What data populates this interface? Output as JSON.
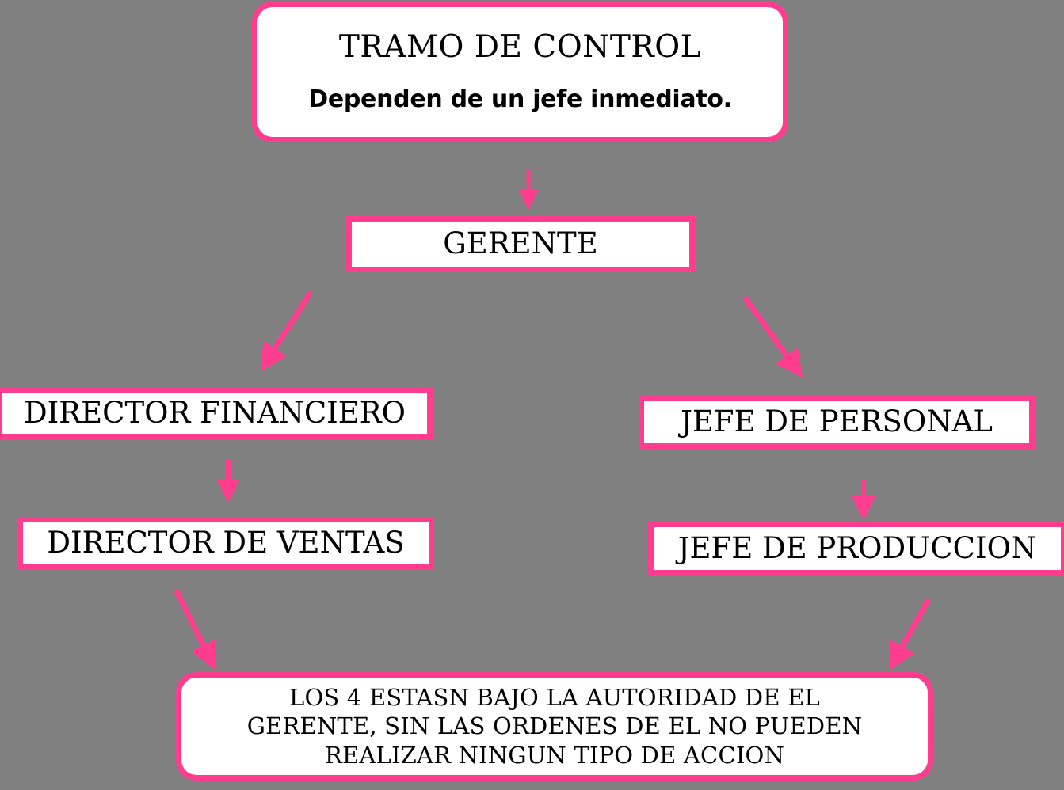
{
  "diagram": {
    "title": "TRAMO DE CONTROL",
    "background_color": "#808080",
    "accent_color": "#FF3C8E",
    "node_fill_color": "#FFFFFF",
    "text_color": "#000000"
  },
  "nodes": {
    "root": {
      "title": "TRAMO DE CONTROL",
      "subtitle": "Dependen de un jefe inmediato."
    },
    "gerente": {
      "label": "GERENTE"
    },
    "director_financiero": {
      "label": "DIRECTOR FINANCIERO"
    },
    "jefe_personal": {
      "label": "JEFE DE PERSONAL"
    },
    "director_ventas": {
      "label": "DIRECTOR DE VENTAS"
    },
    "jefe_produccion": {
      "label": "JEFE DE PRODUCCION"
    },
    "note": {
      "line1": "LOS 4 ESTASN BAJO LA AUTORIDAD DE EL",
      "line2": "GERENTE, SIN LAS ORDENES DE EL NO PUEDEN",
      "line3": "REALIZAR  NINGUN TIPO DE ACCION"
    }
  },
  "chart_data": {
    "type": "diagram",
    "subtype": "organizational-hierarchy-flowchart",
    "title": "TRAMO DE CONTROL",
    "nodes": [
      {
        "id": "root",
        "label": "TRAMO DE CONTROL / Dependen de un jefe inmediato.",
        "shape": "rounded-rectangle"
      },
      {
        "id": "gerente",
        "label": "GERENTE",
        "shape": "rectangle"
      },
      {
        "id": "director_financiero",
        "label": "DIRECTOR FINANCIERO",
        "shape": "rectangle"
      },
      {
        "id": "jefe_personal",
        "label": "JEFE DE PERSONAL",
        "shape": "rectangle"
      },
      {
        "id": "director_ventas",
        "label": "DIRECTOR DE VENTAS",
        "shape": "rectangle"
      },
      {
        "id": "jefe_produccion",
        "label": "JEFE DE PRODUCCION",
        "shape": "rectangle"
      },
      {
        "id": "note",
        "label": "LOS 4 ESTASN BAJO LA AUTORIDAD DE EL GERENTE, SIN LAS ORDENES DE EL NO PUEDEN REALIZAR  NINGUN TIPO DE ACCION",
        "shape": "rounded-rectangle"
      }
    ],
    "edges": [
      {
        "from": "root",
        "to": "gerente",
        "style": "arrow-down"
      },
      {
        "from": "gerente",
        "to": "director_financiero",
        "style": "arrow-diagonal-down-left"
      },
      {
        "from": "gerente",
        "to": "jefe_personal",
        "style": "arrow-diagonal-down-right"
      },
      {
        "from": "director_financiero",
        "to": "director_ventas",
        "style": "arrow-down"
      },
      {
        "from": "jefe_personal",
        "to": "jefe_produccion",
        "style": "arrow-down"
      },
      {
        "from": "director_ventas",
        "to": "note",
        "style": "arrow-diagonal-down-right"
      },
      {
        "from": "jefe_produccion",
        "to": "note",
        "style": "arrow-diagonal-down-left"
      }
    ]
  }
}
